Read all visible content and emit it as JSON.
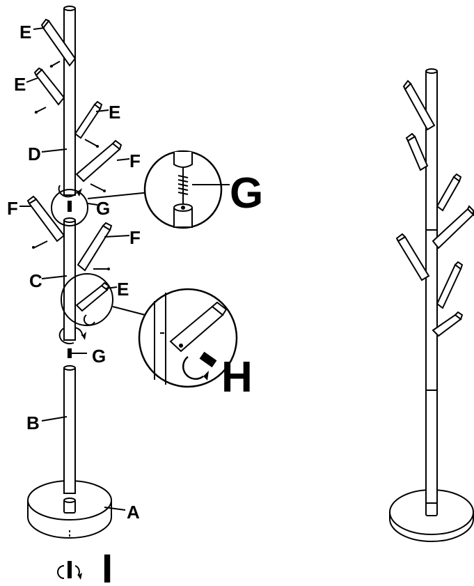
{
  "labels": {
    "A": "A",
    "B": "B",
    "C": "C",
    "D": "D",
    "E1": "E",
    "E2": "E",
    "E3": "E",
    "E4": "E",
    "F1": "F",
    "F2": "F",
    "F3": "F",
    "G_small_1": "G",
    "G_small_2": "G",
    "G_big": "G",
    "H_big": "H",
    "I_big": "I"
  },
  "colors": {
    "line": "#000000",
    "background": "#ffffff"
  }
}
